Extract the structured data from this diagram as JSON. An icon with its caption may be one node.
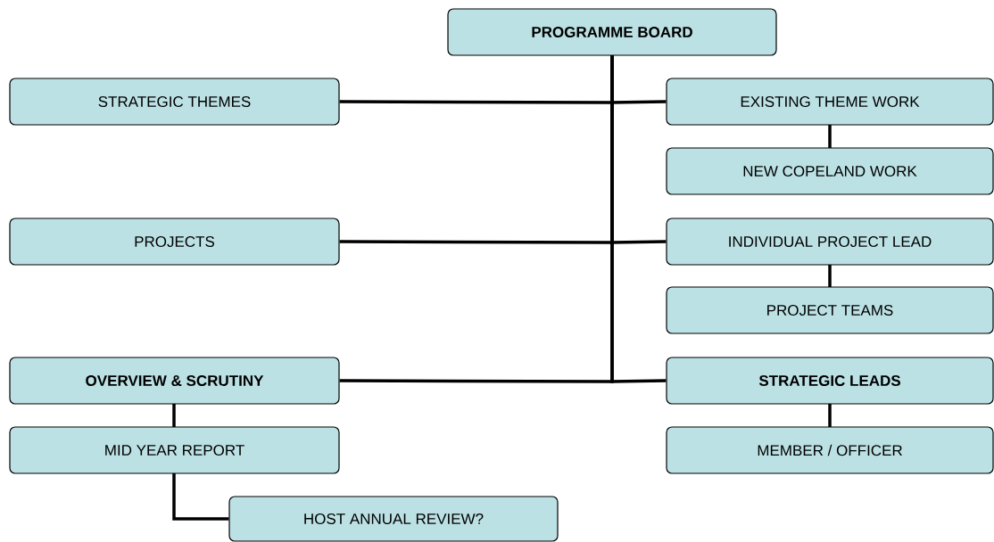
{
  "diagram": {
    "nodes": [
      {
        "text": [
          "PROGRAMME BOARD"
        ]
      },
      {
        "text": [
          "STRATEGIC THEMES"
        ]
      },
      {
        "text": [
          "EXISTING THEME WORK"
        ]
      },
      {
        "text": [
          "NEW COPELAND WORK"
        ]
      },
      {
        "text": [
          "PROJECTS"
        ]
      },
      {
        "text": [
          "INDIVIDUAL PROJECT LEAD"
        ]
      },
      {
        "text": [
          "PROJECT TEAMS"
        ]
      },
      {
        "text": [
          "OVERVIEW & SCRUTINY"
        ]
      },
      {
        "text": [
          "STRATEGIC LEADS"
        ]
      },
      {
        "text": [
          "MID YEAR REPORT"
        ]
      },
      {
        "text": [
          "MEMBER / OFFICER"
        ]
      },
      {
        "text": [
          "HOST ANNUAL REVIEW?"
        ]
      }
    ],
    "edges": [
      {
        "from": 0,
        "to": 1,
        "arrow": "none"
      },
      {
        "from": 0,
        "to": 2,
        "arrow": "none"
      },
      {
        "from": 0,
        "to": 4,
        "arrow": "none"
      },
      {
        "from": 0,
        "to": 5,
        "arrow": "none"
      },
      {
        "from": 0,
        "to": 7,
        "arrow": "none"
      },
      {
        "from": 0,
        "to": 8,
        "arrow": "none"
      },
      {
        "from": 2,
        "to": 3,
        "arrow": "none"
      },
      {
        "from": 5,
        "to": 6,
        "arrow": "none"
      },
      {
        "from": 7,
        "to": 9,
        "arrow": "none"
      },
      {
        "from": 8,
        "to": 10,
        "arrow": "none"
      },
      {
        "from": 9,
        "to": 11,
        "arrow": "none"
      }
    ]
  }
}
